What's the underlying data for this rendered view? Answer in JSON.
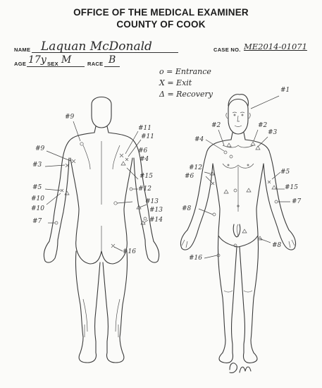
{
  "header": {
    "line1": "OFFICE OF THE MEDICAL EXAMINER",
    "line2": "COUNTY OF COOK"
  },
  "form": {
    "name_label": "NAME",
    "name_value": "Laquan McDonald",
    "case_label": "CASE NO.",
    "case_value": "ME2014-01071",
    "age_label": "AGE",
    "age_value": "17y",
    "sex_label": "SEX",
    "sex_value": "M",
    "race_label": "RACE",
    "race_value": "B"
  },
  "legend": {
    "entrance": "o = Entrance",
    "exit": "X = Exit",
    "recovery": "Δ = Recovery"
  },
  "back_labels": [
    "#9",
    "#11",
    "#11",
    "#9",
    "#6",
    "#4",
    "#3",
    "#15",
    "#12",
    "#5",
    "#10",
    "#10",
    "#13",
    "#13",
    "#7",
    "#14",
    "#16"
  ],
  "front_labels": [
    "#1",
    "#2",
    "#2",
    "#3",
    "#4",
    "#12",
    "#6",
    "#5",
    "#15",
    "#7",
    "#8",
    "#8",
    "#16"
  ],
  "signature": "DM"
}
